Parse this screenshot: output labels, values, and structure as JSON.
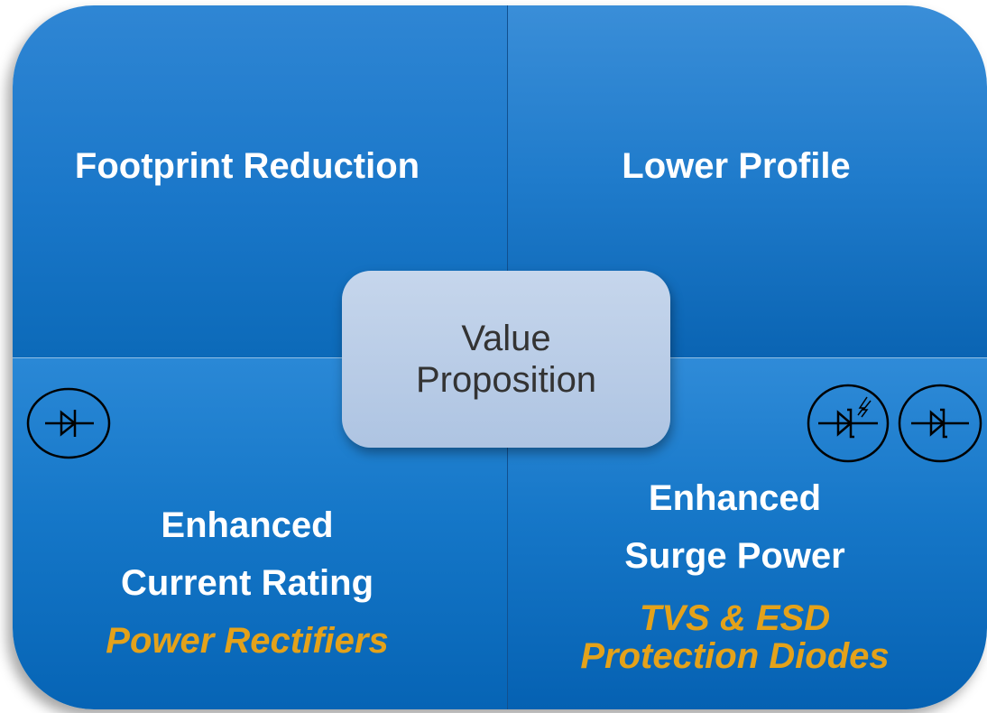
{
  "quadrants": {
    "top_left": {
      "title": "Footprint Reduction"
    },
    "top_right": {
      "title": "Lower Profile"
    },
    "bottom_left": {
      "title_line1": "Enhanced",
      "title_line2": "Current Rating",
      "subtitle": "Power Rectifiers"
    },
    "bottom_right": {
      "title_line1": "Enhanced",
      "title_line2": "Surge Power",
      "subtitle_line1": "TVS & ESD",
      "subtitle_line2": "Protection Diodes"
    }
  },
  "center": {
    "line1": "Value",
    "line2": "Proposition"
  },
  "icons": {
    "left": "rectifier-diode-icon",
    "right_1": "tvs-diode-icon",
    "right_2": "zener-diode-icon"
  },
  "colors": {
    "quadrant_blue": "#1a77c9",
    "subtitle_gold": "#e4a21a",
    "center_box": "#b6cae5"
  }
}
